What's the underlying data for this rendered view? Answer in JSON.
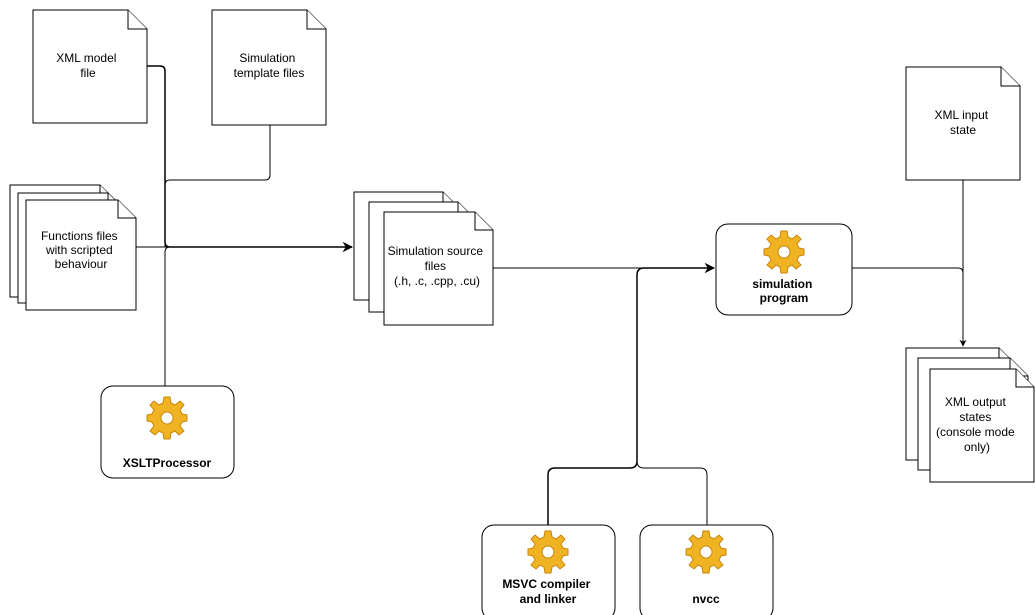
{
  "nodes": {
    "xml_model_file": [
      "XML model",
      "file"
    ],
    "simulation_template_files": [
      "Simulation",
      "template files"
    ],
    "functions_files": [
      "Functions files",
      "with scripted",
      "behaviour"
    ],
    "xslt_processor": [
      "XSLTProcessor"
    ],
    "simulation_source_files": [
      "Simulation source",
      "files",
      "(.h, .c, .cpp, .cu)"
    ],
    "simulation_program": [
      "simulation",
      "program"
    ],
    "msvc_compiler": [
      "MSVC compiler",
      "and linker"
    ],
    "nvcc": [
      "nvcc"
    ],
    "xml_input_state": [
      "XML input",
      "state"
    ],
    "xml_output_states": [
      "XML output",
      "states",
      "(console mode",
      "only)"
    ]
  },
  "icons": {
    "process": "gear-icon"
  },
  "colors": {
    "line": "#000000",
    "gear_fill": "#F0B323",
    "gear_edge": "#C8860A"
  }
}
